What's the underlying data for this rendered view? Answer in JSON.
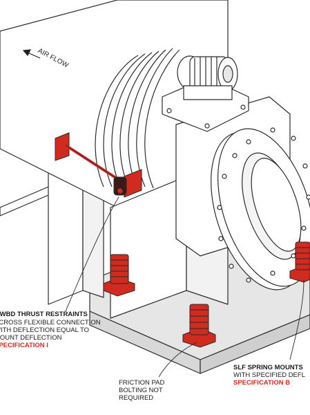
{
  "diagram": {
    "air_flow_label": "AIR FLOW",
    "thrust_callout": {
      "title": "SI/WBD THRUST RESTRAINTS",
      "line1": "ACROSS FLEXIBLE CONNECTION",
      "line2": "WITH DEFLECTION EQUAL TO",
      "line3": "MOUNT DEFLECTION",
      "spec": "SPECIFICATION I"
    },
    "friction_callout": {
      "line1": "FRICTION PAD",
      "line2": "BOLTING NOT",
      "line3": "REQUIRED"
    },
    "spring_callout": {
      "title": "SLF SPRING MOUNTS",
      "line1": "WITH SPECIFIED DEFL",
      "spec": "SPECIFICATION B"
    },
    "colors": {
      "restraint_red": "#d12a1f",
      "line": "#2a2a2a",
      "slab_fill": "#e6e6e6",
      "housing_fill": "#ffffff"
    }
  }
}
